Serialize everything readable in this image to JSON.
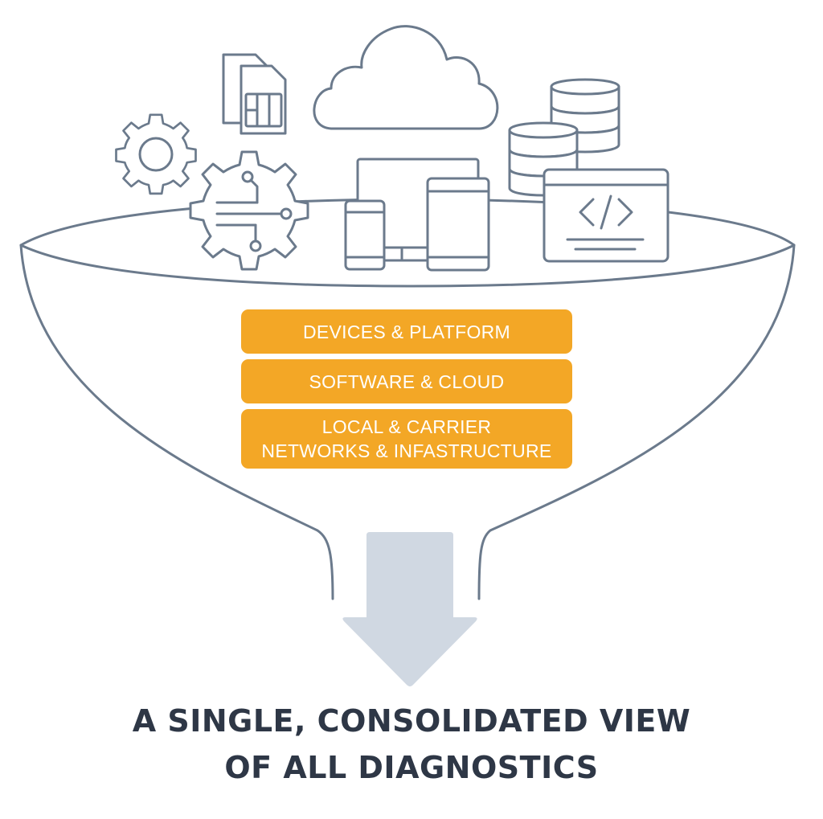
{
  "colors": {
    "outline": "#6b7a8c",
    "layer_fill": "#f3a726",
    "layer_text": "#ffffff",
    "arrow": "#d0d8e2",
    "headline": "#2e3746"
  },
  "icons": [
    "sim-card-icon",
    "cloud-icon",
    "database-icon",
    "gear-icon",
    "circuit-gear-icon",
    "monitor-icon",
    "smartphone-icon",
    "tablet-icon",
    "code-window-icon"
  ],
  "layers": [
    {
      "label": "DEVICES & PLATFORM"
    },
    {
      "label": "SOFTWARE & CLOUD"
    },
    {
      "label": "LOCAL & CARRIER\nNETWORKS & INFASTRUCTURE"
    }
  ],
  "headline": {
    "line1": "A SINGLE, CONSOLIDATED VIEW",
    "line2": "OF ALL DIAGNOSTICS"
  }
}
